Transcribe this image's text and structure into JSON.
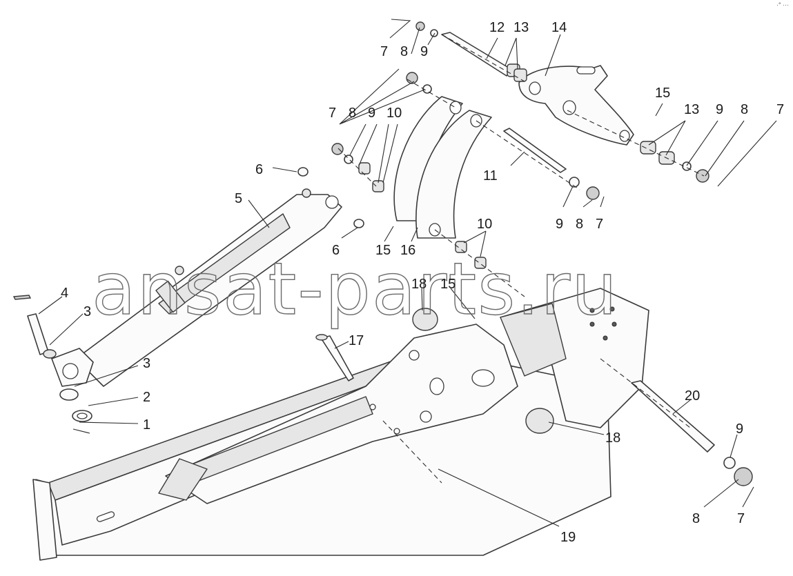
{
  "watermark": "ansat-parts.ru",
  "corner_mark": "·° ···",
  "callouts": [
    {
      "id": "c1",
      "text": "1"
    },
    {
      "id": "c2",
      "text": "2"
    },
    {
      "id": "c3a",
      "text": "3"
    },
    {
      "id": "c3b",
      "text": "3"
    },
    {
      "id": "c4",
      "text": "4"
    },
    {
      "id": "c5",
      "text": "5"
    },
    {
      "id": "c6a",
      "text": "6"
    },
    {
      "id": "c6b",
      "text": "6"
    },
    {
      "id": "c7a",
      "text": "7"
    },
    {
      "id": "c7b",
      "text": "7"
    },
    {
      "id": "c7c",
      "text": "7"
    },
    {
      "id": "c7d",
      "text": "7"
    },
    {
      "id": "c7e",
      "text": "7"
    },
    {
      "id": "c8a",
      "text": "8"
    },
    {
      "id": "c8b",
      "text": "8"
    },
    {
      "id": "c8c",
      "text": "8"
    },
    {
      "id": "c8d",
      "text": "8"
    },
    {
      "id": "c8e",
      "text": "8"
    },
    {
      "id": "c9a",
      "text": "9"
    },
    {
      "id": "c9b",
      "text": "9"
    },
    {
      "id": "c9c",
      "text": "9"
    },
    {
      "id": "c9d",
      "text": "9"
    },
    {
      "id": "c9e",
      "text": "9"
    },
    {
      "id": "c10a",
      "text": "10"
    },
    {
      "id": "c10b",
      "text": "10"
    },
    {
      "id": "c11",
      "text": "11"
    },
    {
      "id": "c12",
      "text": "12"
    },
    {
      "id": "c13a",
      "text": "13"
    },
    {
      "id": "c13b",
      "text": "13"
    },
    {
      "id": "c14",
      "text": "14"
    },
    {
      "id": "c15a",
      "text": "15"
    },
    {
      "id": "c15b",
      "text": "15"
    },
    {
      "id": "c15c",
      "text": "15"
    },
    {
      "id": "c16",
      "text": "16"
    },
    {
      "id": "c17",
      "text": "17"
    },
    {
      "id": "c18a",
      "text": "18"
    },
    {
      "id": "c18b",
      "text": "18"
    },
    {
      "id": "c19",
      "text": "19"
    },
    {
      "id": "c20",
      "text": "20"
    }
  ]
}
